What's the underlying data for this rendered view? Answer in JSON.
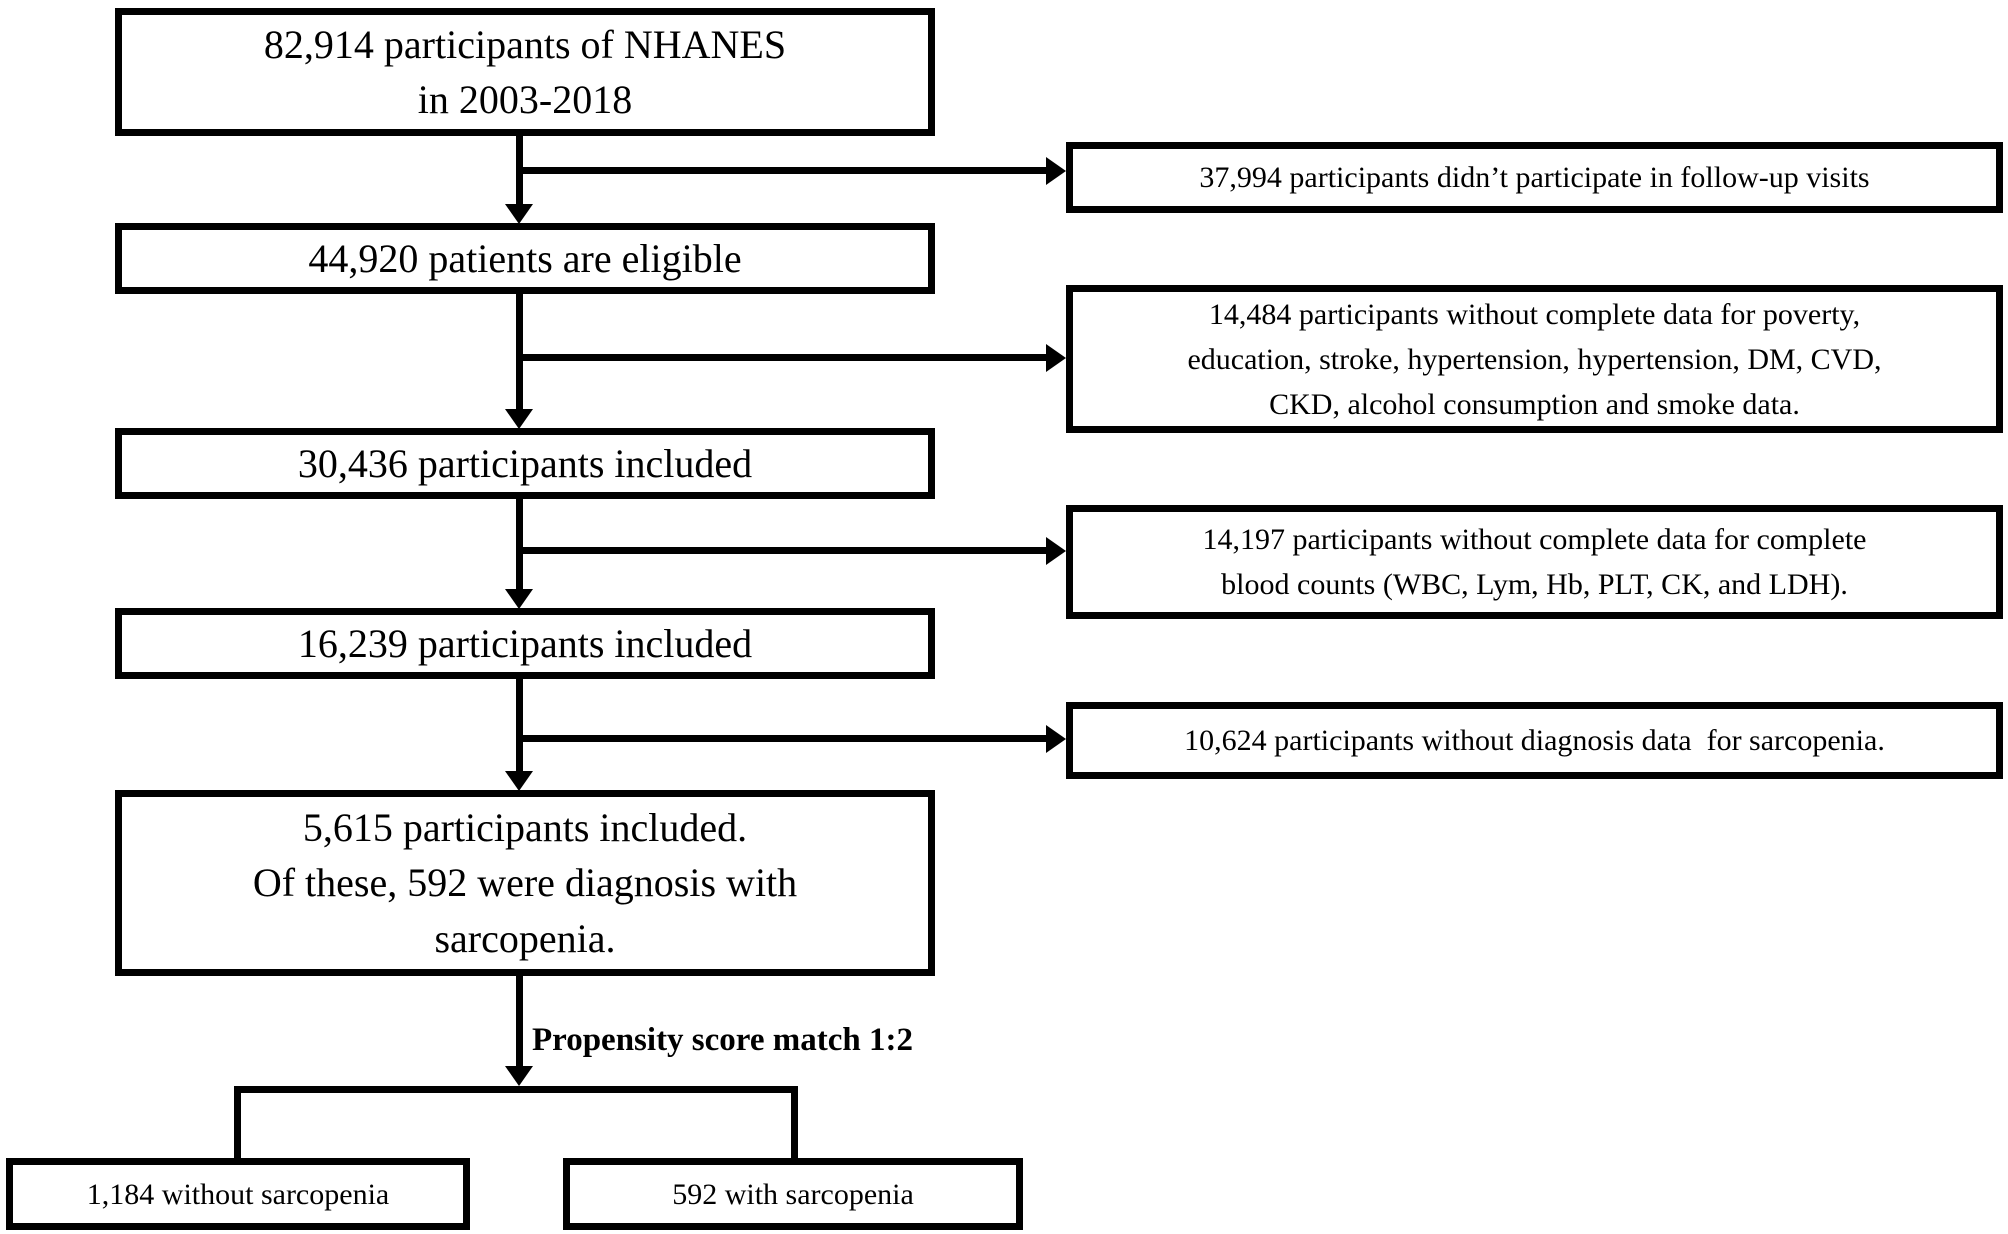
{
  "flowchart": {
    "main_boxes": {
      "nhanes": "82,914 participants of NHANES\nin 2003-2018",
      "eligible": "44,920 patients are eligible",
      "included_30436": "30,436 participants included",
      "included_16239": "16,239 participants included",
      "included_5615": "5,615 participants included.\nOf these, 592 were diagnosis with\nsarcopenia."
    },
    "exclusion_boxes": {
      "followup": "37,994 participants didn’t participate in follow-up visits",
      "covariates": "14,484 participants without complete data for poverty,\neducation, stroke, hypertension, hypertension, DM, CVD,\nCKD, alcohol consumption and smoke data.",
      "blood_counts": "14,197 participants without complete data for complete\nblood counts (WBC, Lym, Hb, PLT, CK, and LDH).",
      "sarcopenia_diagnosis": "10,624 participants without diagnosis data  for sarcopenia."
    },
    "match_label": "Propensity score match 1:2",
    "outcome_boxes": {
      "without_sarcopenia": "1,184 without sarcopenia",
      "with_sarcopenia": "592 with sarcopenia"
    },
    "colors": {
      "line": "#000000",
      "box_border": "#000000",
      "box_fill": "#ffffff",
      "background": "#ffffff",
      "text": "#000000"
    }
  }
}
